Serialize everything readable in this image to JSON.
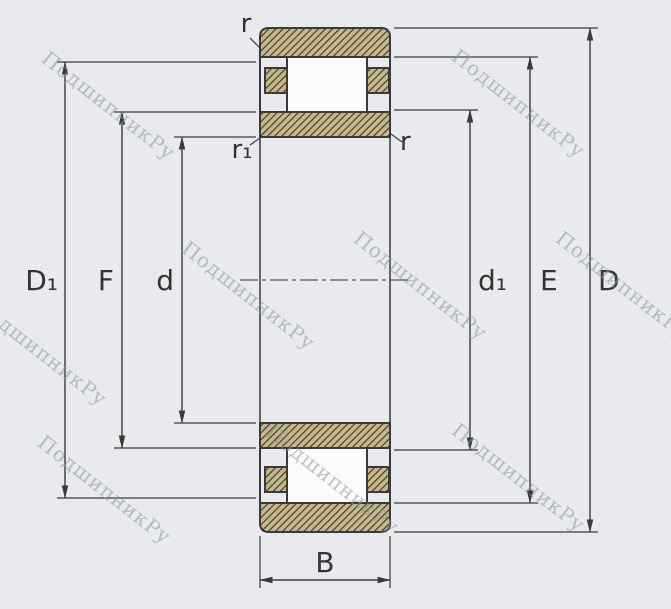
{
  "watermark": {
    "text": "ПодшипникРу"
  },
  "labels": {
    "r_top": "r",
    "r1": "r₁",
    "r_right": "r",
    "D1": "D₁",
    "F": "F",
    "d": "d",
    "d1": "d₁",
    "E": "E",
    "D": "D",
    "B": "B"
  },
  "colors": {
    "background": "#e8eaed",
    "line": "#3a3a3a",
    "hatch_fill": "#c6b689",
    "label_text": "#333333",
    "watermark_text": "#8d939b"
  }
}
